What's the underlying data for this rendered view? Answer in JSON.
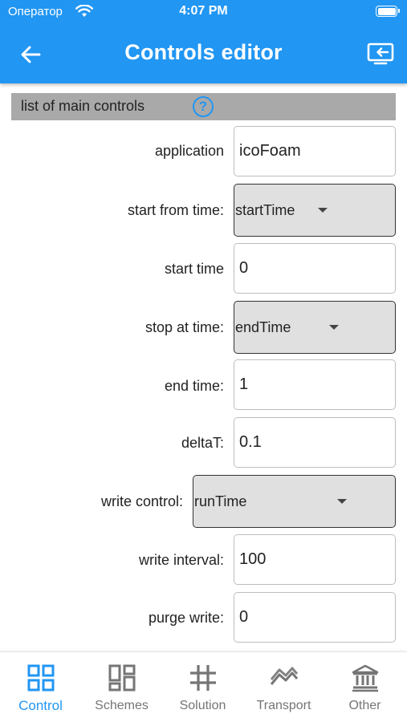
{
  "status": {
    "carrier": "Оператор",
    "time": "4:07 PM"
  },
  "appbar": {
    "title": "Controls editor"
  },
  "section": {
    "title": "list of main controls",
    "help": "?"
  },
  "fields": {
    "application": {
      "label": "application",
      "value": "icoFoam"
    },
    "start_from_time": {
      "label": "start from time:",
      "value": "startTime"
    },
    "start_time": {
      "label": "start time",
      "value": "0"
    },
    "stop_at_time": {
      "label": "stop at time:",
      "value": "endTime"
    },
    "end_time": {
      "label": "end time:",
      "value": "1"
    },
    "delta_t": {
      "label": "deltaT:",
      "value": "0.1"
    },
    "write_control": {
      "label": "write control:",
      "value": "runTime"
    },
    "write_interval": {
      "label": "write interval:",
      "value": "100"
    },
    "purge_write": {
      "label": "purge write:",
      "value": "0"
    }
  },
  "nav": [
    {
      "label": "Control",
      "icon": "grid-icon",
      "active": true
    },
    {
      "label": "Schemes",
      "icon": "dashboard-icon",
      "active": false
    },
    {
      "label": "Solution",
      "icon": "hash-icon",
      "active": false
    },
    {
      "label": "Transport",
      "icon": "trend-icon",
      "active": false
    },
    {
      "label": "Other",
      "icon": "bank-icon",
      "active": false
    }
  ],
  "colors": {
    "primary": "#2196F3",
    "section_bg": "#a9a9a9",
    "dropdown_bg": "#e0e0e0",
    "nav_inactive": "#757575"
  }
}
